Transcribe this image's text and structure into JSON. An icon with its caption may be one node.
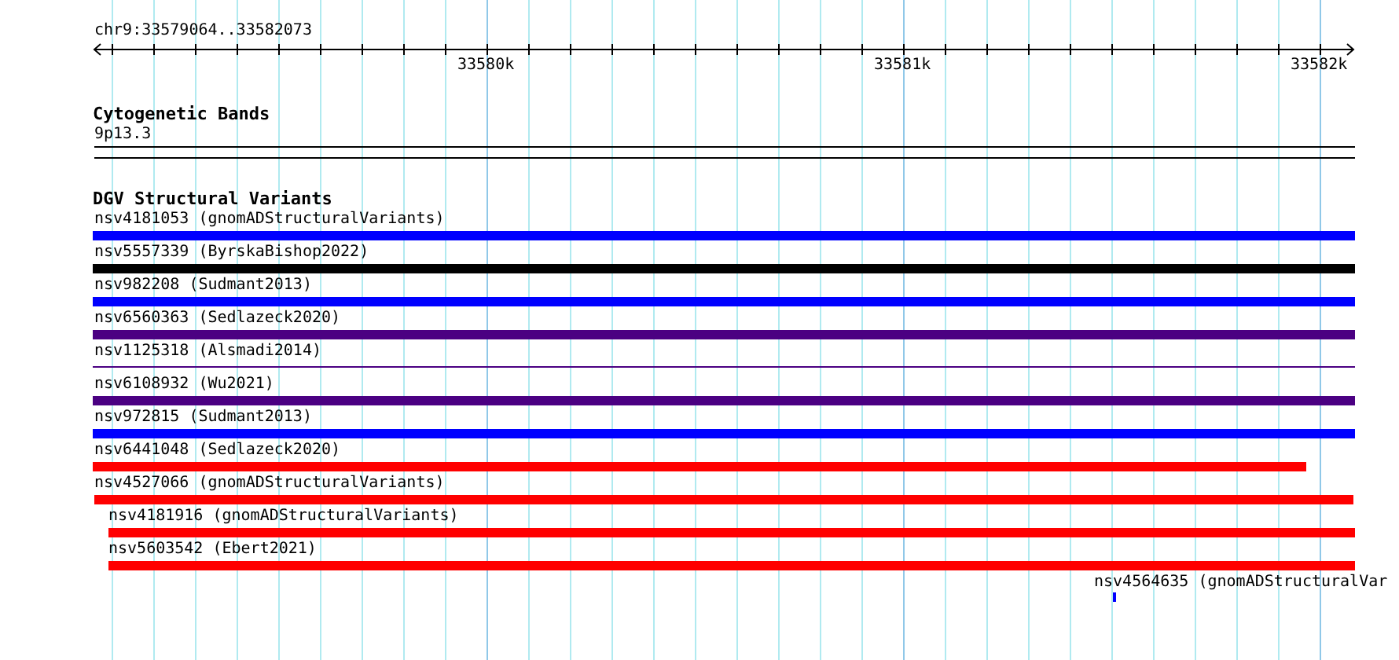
{
  "diagram": {
    "nodes": [
      {
        "text": [
          "nsv4181053 (gnomADStructuralVariants)"
        ]
      },
      {
        "text": [
          "nsv5557339 (ByrskaBishop2022)"
        ]
      },
      {
        "text": [
          "nsv982208 (Sudmant2013)"
        ]
      },
      {
        "text": [
          "nsv6560363 (Sedlazeck2020)"
        ]
      },
      {
        "text": [
          "nsv1125318 (Alsmadi2014)"
        ]
      },
      {
        "text": [
          "nsv6108932 (Wu2021)"
        ]
      },
      {
        "text": [
          "nsv972815 (Sudmant2013)"
        ]
      },
      {
        "text": [
          "nsv6441048 (Sedlazeck2020)"
        ]
      },
      {
        "text": [
          "nsv4527066 (gnomADStructuralVariants)"
        ]
      },
      {
        "text": [
          "nsv4181916 (gnomADStructuralVariants)"
        ]
      },
      {
        "text": [
          "nsv5603542 (Ebert2021)"
        ]
      },
      {
        "text": [
          "nsv4564635 (gnomADStructuralVar"
        ]
      }
    ],
    "labels": [
      "chr9:33579064..33582073",
      "33580k",
      "33581k",
      "33582k",
      "Cytogenetic Bands",
      "9p13.3",
      "DGV Structural Variants"
    ]
  }
}
